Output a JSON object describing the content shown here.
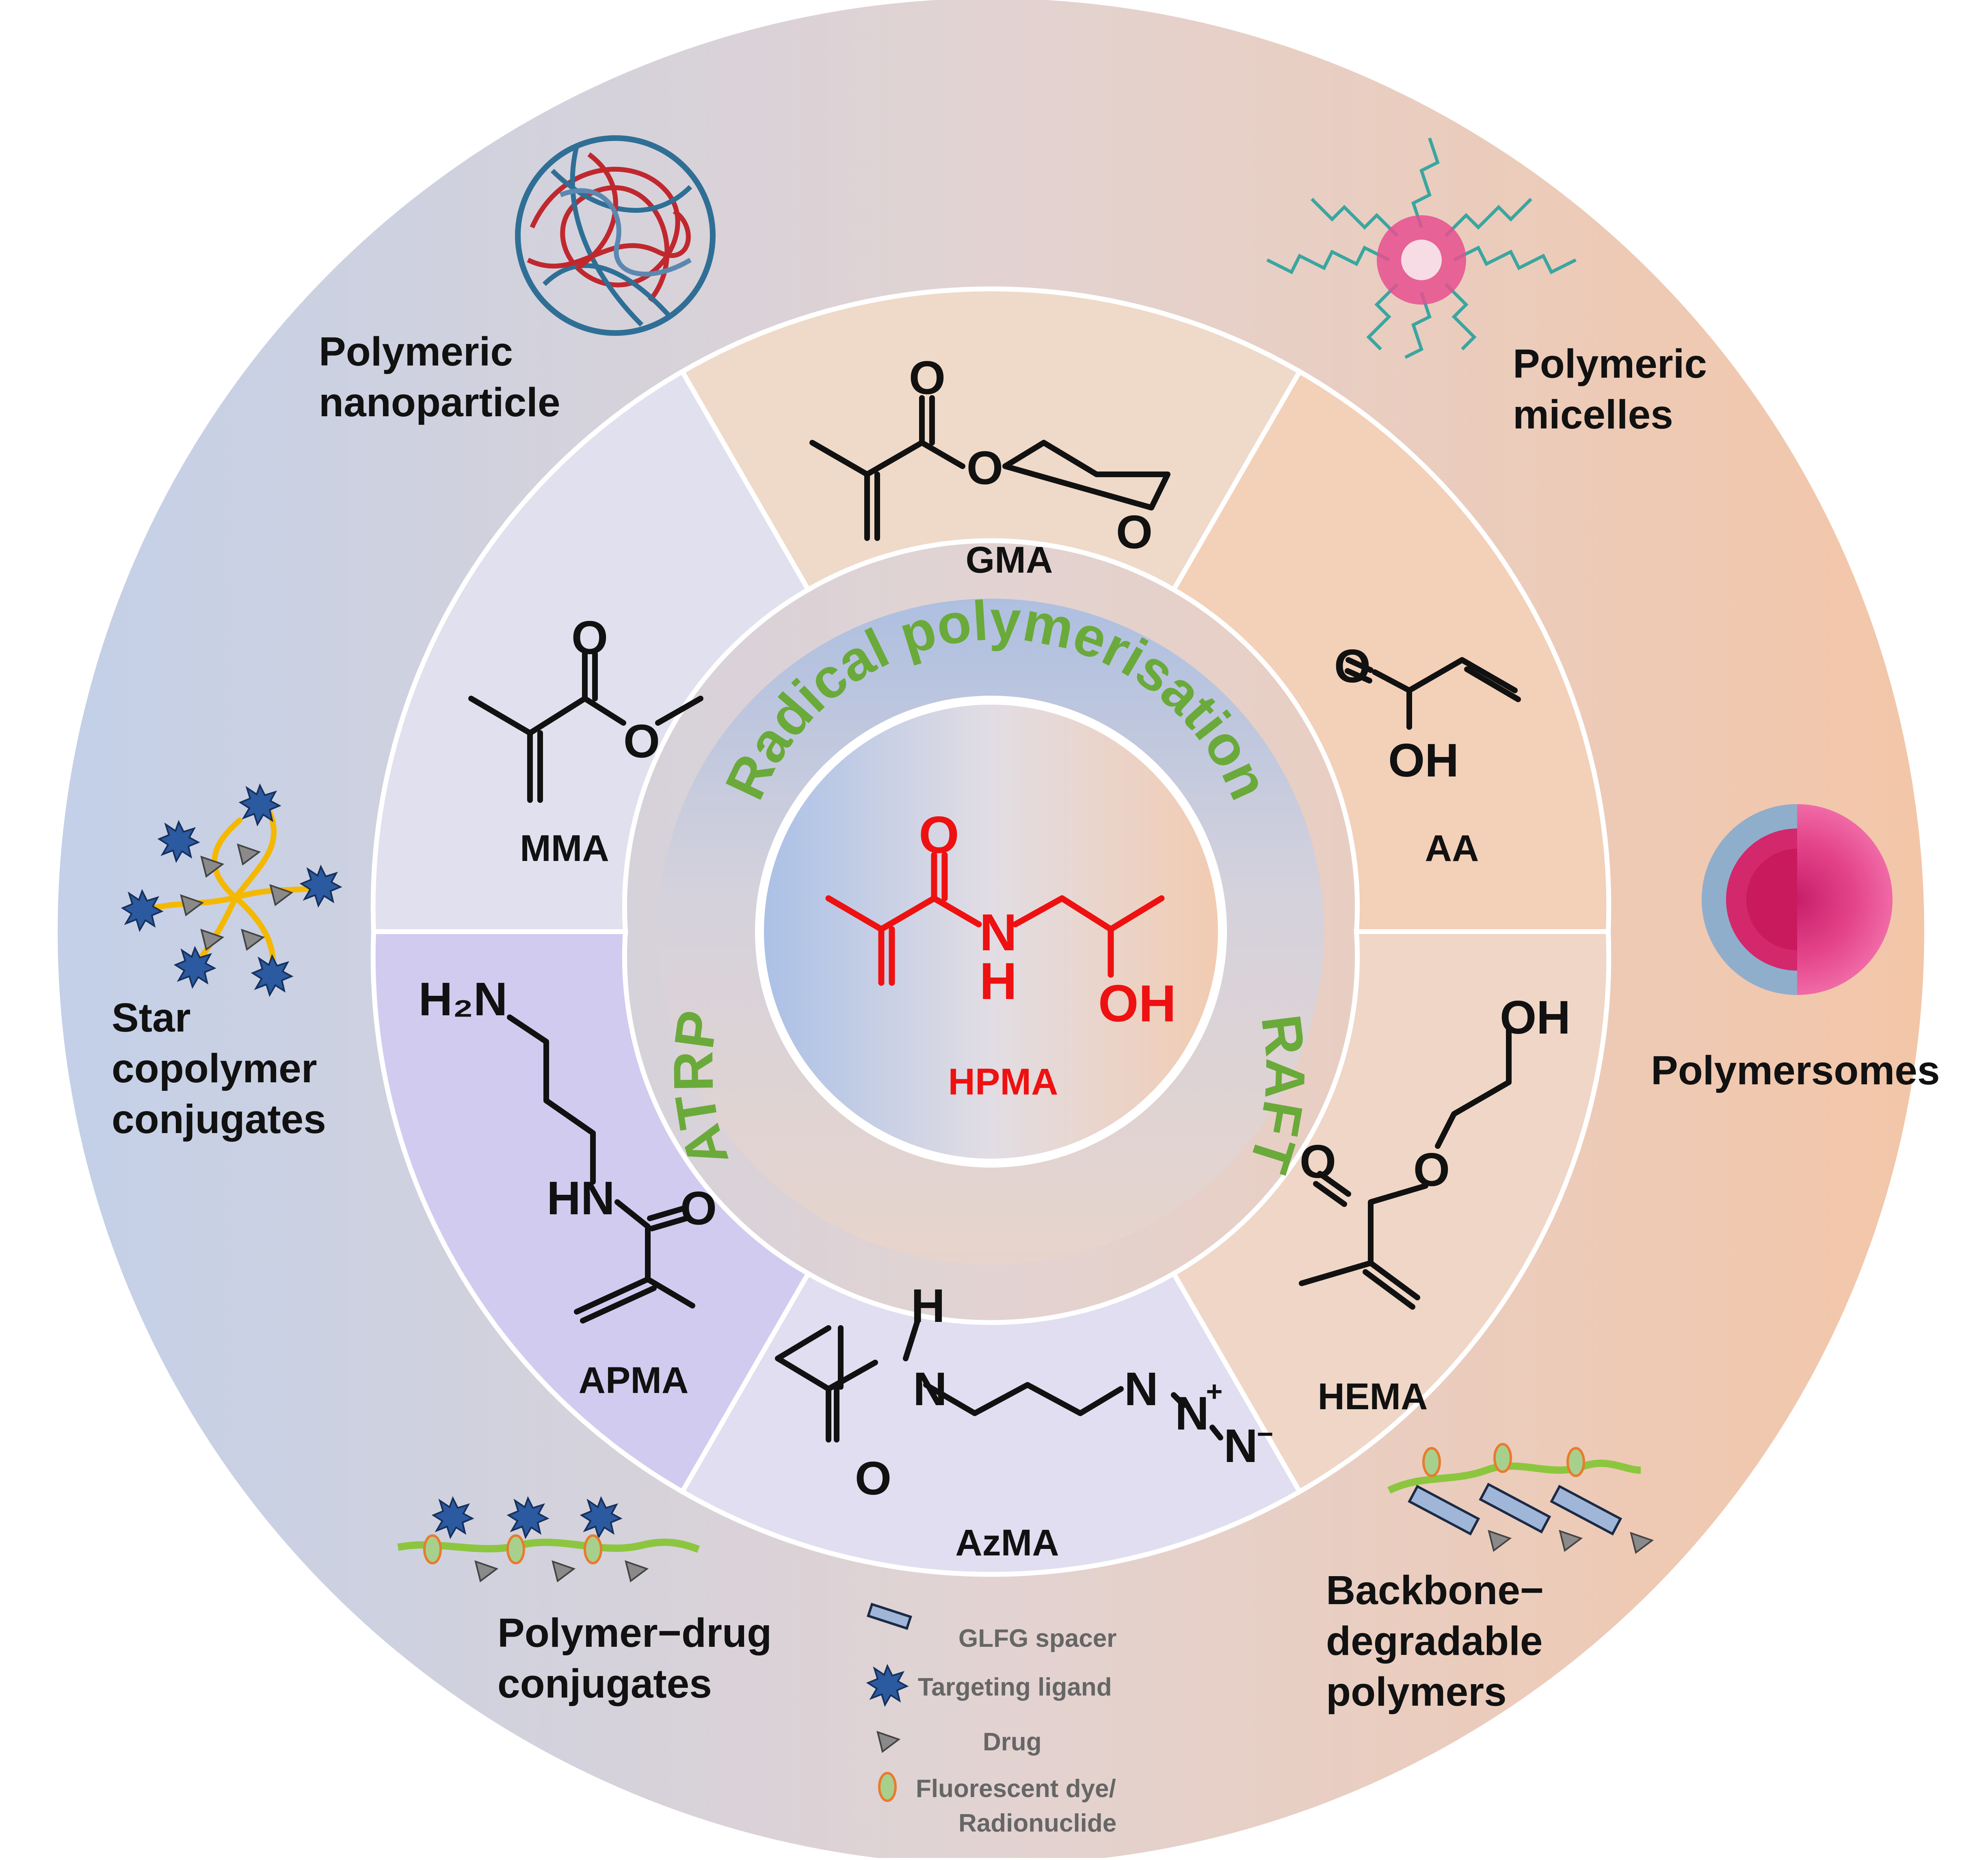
{
  "center": {
    "monomer": "HPMA",
    "atoms": {
      "o": "O",
      "n": "N",
      "h": "H",
      "oh": "OH"
    }
  },
  "methods": {
    "radical": "Radical polymerisation",
    "atrp": "ATRP",
    "raft": "RAFT"
  },
  "monomers": {
    "gma": {
      "label": "GMA",
      "o1": "O",
      "o2": "O",
      "o3": "O"
    },
    "aa": {
      "label": "AA",
      "o": "O",
      "oh": "OH"
    },
    "hema": {
      "label": "HEMA",
      "oh": "OH",
      "o1": "O",
      "o2": "O"
    },
    "azma": {
      "label": "AzMA",
      "h": "H",
      "n": "N",
      "o": "O",
      "n1": "N",
      "n2": "N",
      "n3": "N",
      "plus": "+",
      "minus": "−"
    },
    "apma": {
      "label": "APMA",
      "h2n": "H₂N",
      "hn": "HN",
      "o": "O"
    },
    "mma": {
      "label": "MMA",
      "o1": "O",
      "o2": "O"
    }
  },
  "architectures": {
    "nanoparticle": [
      "Polymeric",
      "nanoparticle"
    ],
    "micelles": [
      "Polymeric",
      "micelles"
    ],
    "polymersomes": [
      "Polymersomes"
    ],
    "backbone": [
      "Backbone−",
      "degradable",
      "polymers"
    ],
    "conjugates": [
      "Polymer−drug",
      "conjugates"
    ],
    "star": [
      "Star",
      "copolymer",
      "conjugates"
    ]
  },
  "legend": {
    "spacer": "GLFG spacer",
    "ligand": "Targeting ligand",
    "drug": "Drug",
    "dye": [
      "Fluorescent dye/",
      "Radionuclide"
    ]
  },
  "colors": {
    "outer_left": "#c3d0e8",
    "outer_right": "#f3c6a8",
    "sector_gma": "#efd9c8",
    "sector_aa": "#f3d0b8",
    "sector_hema": "#efd6c6",
    "sector_azma": "#e0def0",
    "sector_apma": "#d2cbf0",
    "sector_mma": "#e1e0ee",
    "hpma_red": "#ee1111",
    "method_green": "#6aaa3a",
    "ligand_blue": "#2c5aa0",
    "drug_gray": "#8a8a8a",
    "backbone_green": "#8cc63f",
    "star_arm_orange": "#f5b800",
    "dye_fill": "#a8d08d",
    "dye_stroke": "#e87b2f"
  },
  "icons": {
    "nanoparticle": "tangled-polymer-sphere-icon",
    "micelle": "micelle-icon",
    "polymersome": "polymersome-icon",
    "star": "star-copolymer-icon",
    "conjugate": "polymer-drug-conjugate-icon",
    "backbone": "backbone-degradable-polymer-icon"
  }
}
